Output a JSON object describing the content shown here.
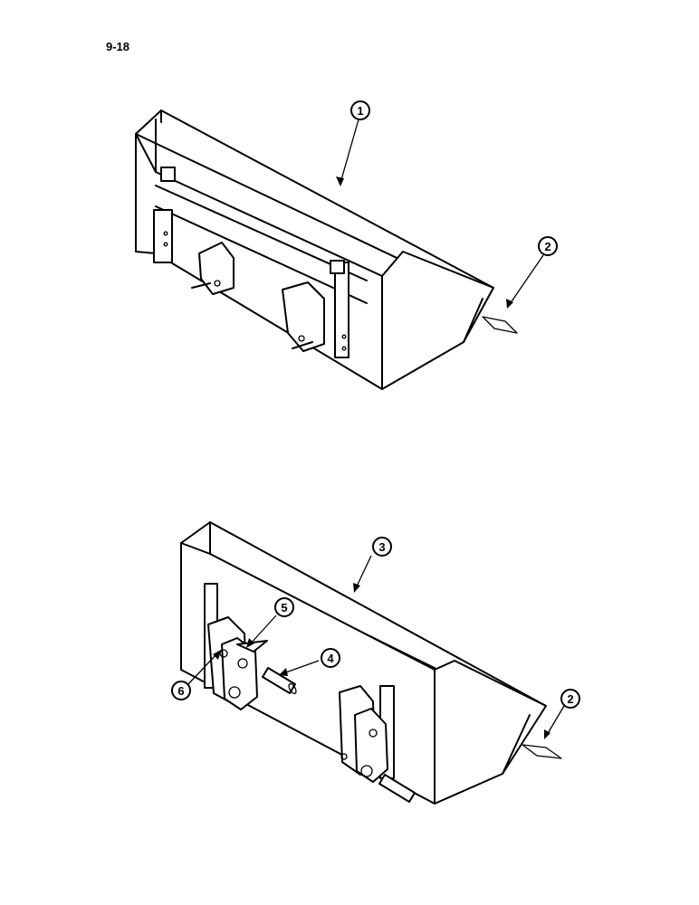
{
  "page": {
    "number": "9-18"
  },
  "callouts": {
    "top_bucket": "1",
    "top_cutting_edge": "2",
    "bottom_bucket": "3",
    "pin": "4",
    "bushing": "5",
    "retainer": "6",
    "bottom_cutting_edge": "2"
  }
}
